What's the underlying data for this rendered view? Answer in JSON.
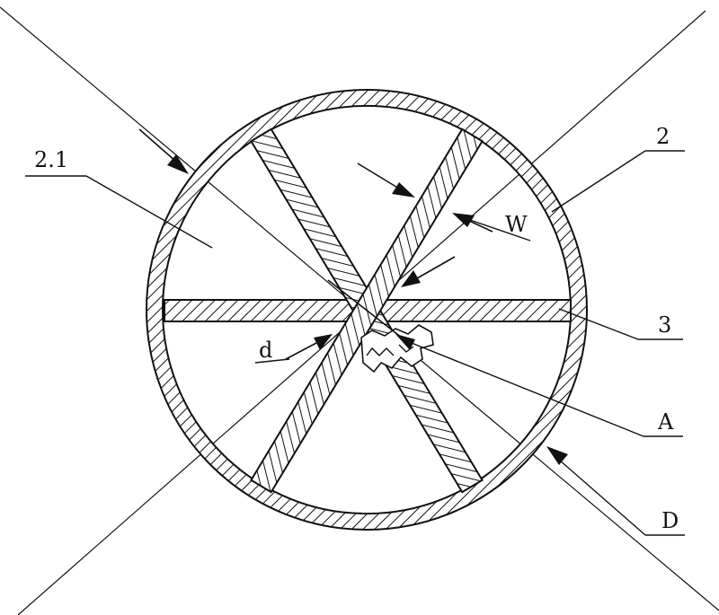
{
  "labels": {
    "outer_wall": "2",
    "chamber": "2.1",
    "rib": "3",
    "rib_width": "W",
    "hub_gap": "d",
    "center_region": "A",
    "diameter": "D"
  },
  "colors": {
    "ink": "#111111",
    "background": "#ffffff"
  }
}
